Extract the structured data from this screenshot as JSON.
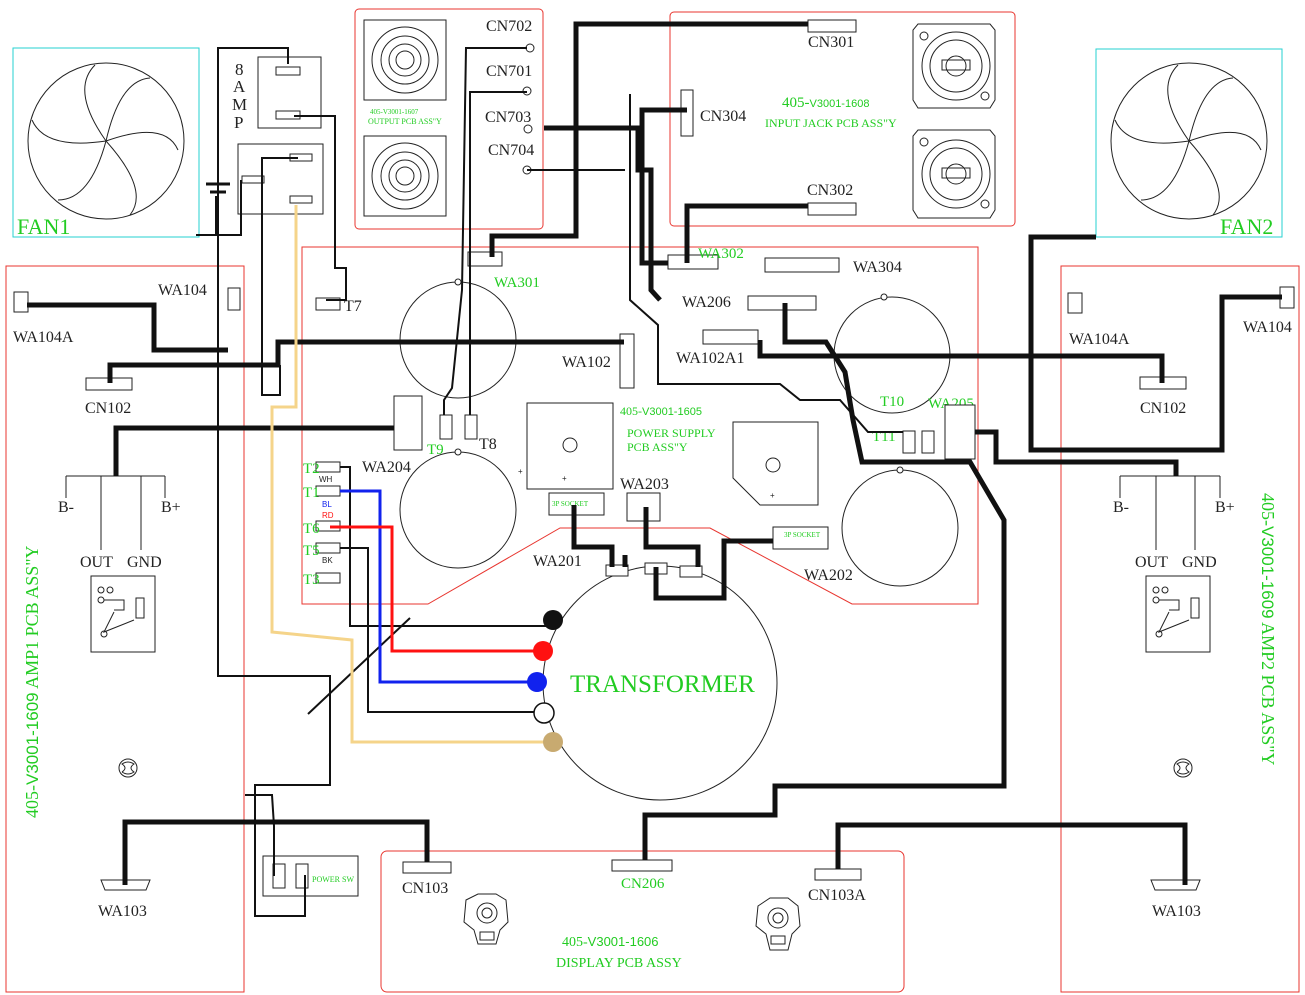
{
  "colors": {
    "board_outline": "#e8352f",
    "fan_outline": "#26d2d2",
    "label_green": "#22cc22",
    "wire_black": "#111111",
    "wire_red": "#ff1111",
    "wire_blue": "#1122ee",
    "wire_yellow": "#f5d48a",
    "wire_tan": "#c8aa70"
  },
  "fans": {
    "fan1": "FAN1",
    "fan2": "FAN2"
  },
  "fuse": {
    "label": "8 AMP",
    "letters": [
      "8",
      "A",
      "M",
      "P"
    ]
  },
  "boards": {
    "output": {
      "part": "405-V3001-1607",
      "name": "OUTPUT PCB ASS\"Y",
      "cn702": "CN702",
      "cn701": "CN701",
      "cn703": "CN703",
      "cn704": "CN704"
    },
    "input": {
      "part_prefix": "405-",
      "part_code": "V3001-1608",
      "name": "INPUT JACK PCB ASS\"Y",
      "cn301": "CN301",
      "cn304": "CN304",
      "cn302": "CN302"
    },
    "power": {
      "part_prefix": "405-",
      "part_code": "V3001-1605",
      "name_line1": "POWER SUPPLY",
      "name_line2": "PCB ASS\"Y"
    },
    "amp1": {
      "part_prefix": "405-",
      "part_code": "V3001-1609",
      "name": " AMP1 PCB ASS\"Y"
    },
    "amp2": {
      "part_prefix": "405-",
      "part_code": "V3001-1609",
      "name": " AMP2 PCB ASS\"Y"
    },
    "display": {
      "part_prefix": "405-",
      "part_code": "V3001-1606",
      "name": "DISPLAY PCB ASSY"
    }
  },
  "connectors": {
    "wa301": "WA301",
    "wa302": "WA302",
    "wa304": "WA304",
    "wa206": "WA206",
    "wa102": "WA102",
    "wa102a1": "WA102A1",
    "wa205": "WA205",
    "wa204": "WA204",
    "wa203": "WA203",
    "wa201": "WA201",
    "wa202": "WA202",
    "wa104_left": "WA104",
    "wa104a_left": "WA104A",
    "cn102_left": "CN102",
    "wa104_right": "WA104",
    "wa104a_right": "WA104A",
    "cn102_right": "CN102",
    "cn103": "CN103",
    "cn206": "CN206",
    "cn103a": "CN103A",
    "wa103_left": "WA103",
    "wa103_right": "WA103",
    "t7": "T7",
    "t8": "T8",
    "t9": "T9",
    "t10": "T10",
    "t11": "T11"
  },
  "terminals_left": {
    "t1": "T1",
    "t2": "T2",
    "t3": "T3",
    "t5": "T5",
    "t6": "T6",
    "wh": "WH",
    "bl": "BL",
    "rd": "RD",
    "bk": "BK"
  },
  "amp_labels": {
    "b_minus": "B-",
    "b_plus": "B+",
    "out": "OUT",
    "gnd": "GND"
  },
  "sockets": {
    "socket1": "3P SOCKET",
    "socket2": "3P SOCKET"
  },
  "transformer": "TRANSFORMER",
  "power_sw": "POWER SW",
  "bridge_marks": {
    "plus": "+",
    "tilde": "~"
  }
}
